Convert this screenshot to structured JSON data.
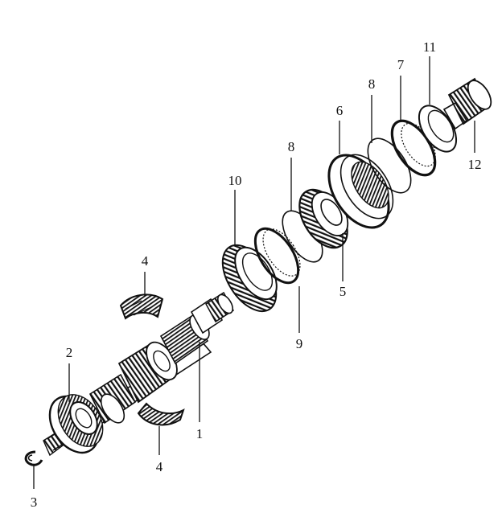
{
  "callouts": {
    "c1": "1",
    "c2": "2",
    "c3": "3",
    "c4a": "4",
    "c4b": "4",
    "c5": "5",
    "c6": "6",
    "c7": "7",
    "c8a": "8",
    "c8b": "8",
    "c9": "9",
    "c10": "10",
    "c11": "11",
    "c12": "12"
  },
  "colors": {
    "ink": "#111111",
    "paper": "#ffffff"
  }
}
